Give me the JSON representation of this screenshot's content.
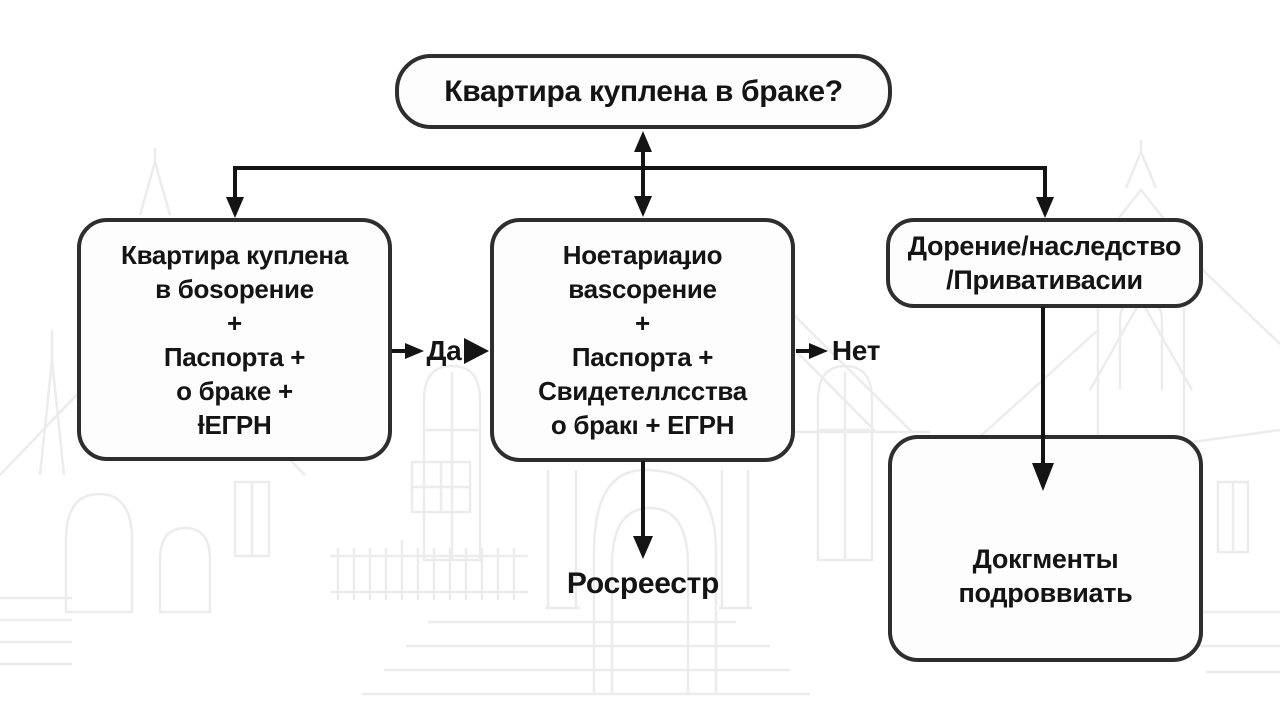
{
  "diagram": {
    "question_box": {
      "text": "Квартира куплена в браке?"
    },
    "left_box": {
      "lines": [
        "Квартира куплена",
        "в боsорение",
        "+",
        "Паспорта +",
        "о браке +",
        "ƚЕГРН"
      ]
    },
    "middle_box": {
      "lines": [
        "Ноетариаɟио",
        "ваsсорение",
        "+",
        "Паспорта +",
        "Свидетеллсства",
        "о бракı + ЕГРН"
      ]
    },
    "right_box": {
      "lines": [
        "Дорение/наследство",
        "/Привативасии"
      ]
    },
    "bottom_box": {
      "lines": [
        "Докгменты",
        "подроввиать"
      ]
    },
    "labels": {
      "yes": "Да",
      "no": "Нет",
      "registry": "Росреестр"
    },
    "colors": {
      "border": "#2e2e2e",
      "box_fill": "#fdfdfd",
      "text": "#141414",
      "arrow": "#141414",
      "art": "#ececec",
      "background": "#ffffff"
    }
  }
}
